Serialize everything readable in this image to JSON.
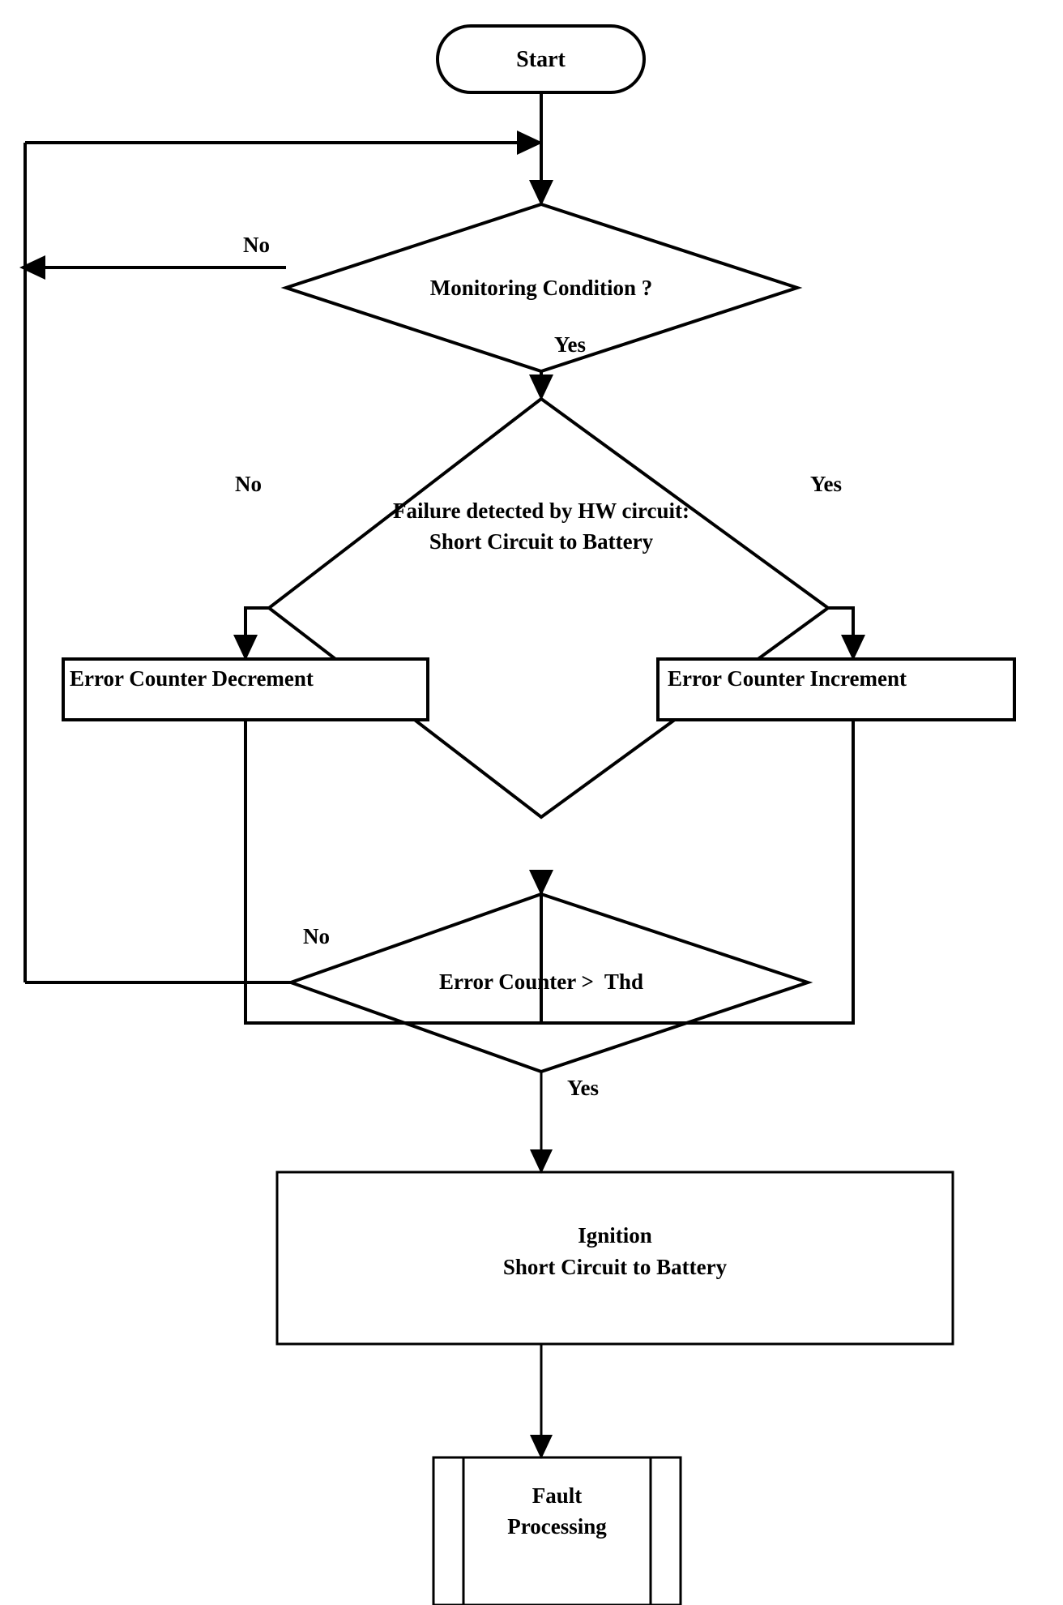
{
  "diagram": {
    "type": "flowchart",
    "title": "Short Circuit to Battery monitoring flowchart",
    "background_color": "#ffffff",
    "line_color": "#000000"
  },
  "nodes": {
    "start": {
      "label": "Start",
      "shape": "terminator"
    },
    "monitoring_condition": {
      "label": "Monitoring Condition ?",
      "shape": "decision"
    },
    "failure_detected": {
      "line1": "Failure detected by HW circuit:",
      "line2": "Short Circuit to Battery",
      "shape": "decision"
    },
    "error_counter_decrement": {
      "label": "Error Counter Decrement",
      "shape": "process"
    },
    "error_counter_increment": {
      "label": "Error Counter Increment",
      "shape": "process"
    },
    "error_counter_threshold": {
      "label": "Error Counter >  Thd",
      "shape": "decision"
    },
    "ignition": {
      "line1": "Ignition",
      "line2": "Short Circuit to Battery",
      "shape": "process"
    },
    "fault_processing": {
      "line1": "Fault",
      "line2": "Processing",
      "shape": "predefined-process"
    }
  },
  "branch_labels": {
    "monitoring_no": "No",
    "monitoring_yes": "Yes",
    "failure_no": "No",
    "failure_yes": "Yes",
    "threshold_no": "No",
    "threshold_yes": "Yes"
  }
}
